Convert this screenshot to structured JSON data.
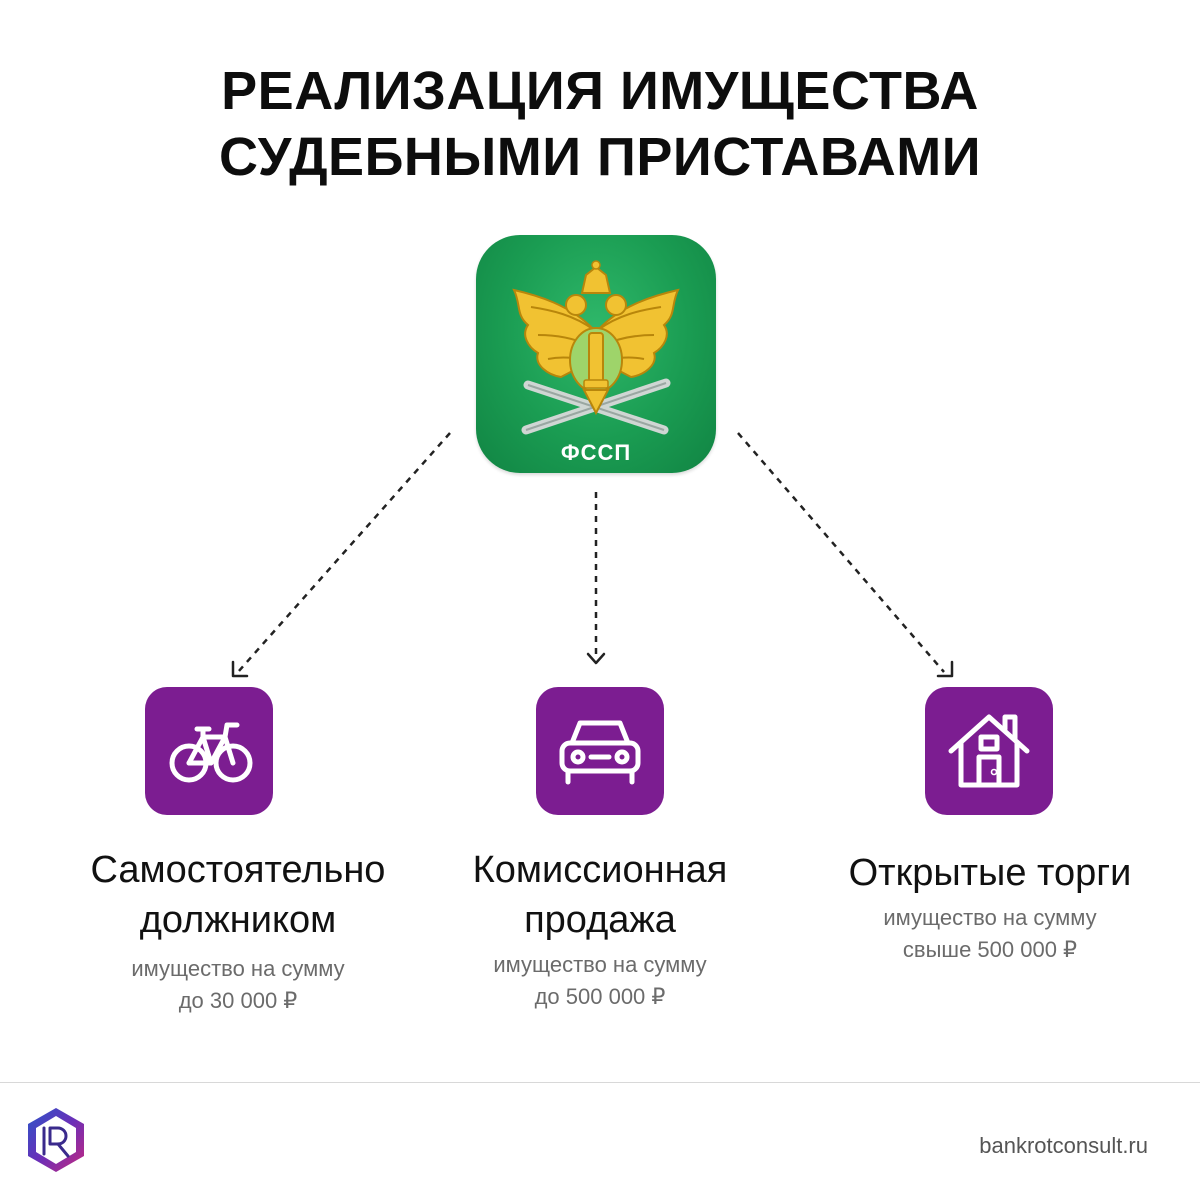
{
  "title": {
    "line1": "РЕАЛИЗАЦИЯ ИМУЩЕСТВА",
    "line2": "СУДЕБНЫМИ ПРИСТАВАМИ"
  },
  "logo": {
    "text": "ФССП",
    "icon": "fssp-emblem-icon",
    "color": "#1a9c52"
  },
  "accent_color": "#7c1d91",
  "options": [
    {
      "icon": "bicycle-icon",
      "heading_line1": "Самостоятельно",
      "heading_line2": "должником",
      "sub_line1": "имущество на сумму",
      "sub_line2": "до 30 000 ₽"
    },
    {
      "icon": "car-icon",
      "heading_line1": "Комиссионная",
      "heading_line2": "продажа",
      "sub_line1": "имущество на сумму",
      "sub_line2": "до 500 000 ₽"
    },
    {
      "icon": "house-icon",
      "heading_line1": "Открытые торги",
      "sub_line1": "имущество на сумму",
      "sub_line2": "свыше 500 000 ₽"
    }
  ],
  "footer": {
    "site": "bankrotconsult.ru",
    "brand_icon": "bankrotconsult-logo-icon"
  }
}
